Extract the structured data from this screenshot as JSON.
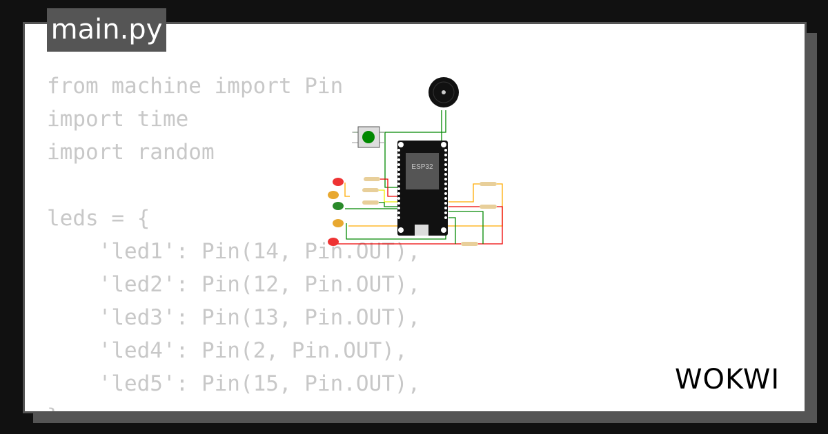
{
  "file_tab": {
    "label": "main.py"
  },
  "code_lines": [
    "from machine import Pin",
    "import time",
    "import random",
    "",
    "leds = {",
    "    'led1': Pin(14, Pin.OUT),",
    "    'led2': Pin(12, Pin.OUT),",
    "    'led3': Pin(13, Pin.OUT),",
    "    'led4': Pin(2, Pin.OUT),",
    "    'led5': Pin(15, Pin.OUT),",
    "}"
  ],
  "circuit": {
    "board_label": "ESP32"
  },
  "brand": {
    "logo_text": "WOKWI"
  }
}
